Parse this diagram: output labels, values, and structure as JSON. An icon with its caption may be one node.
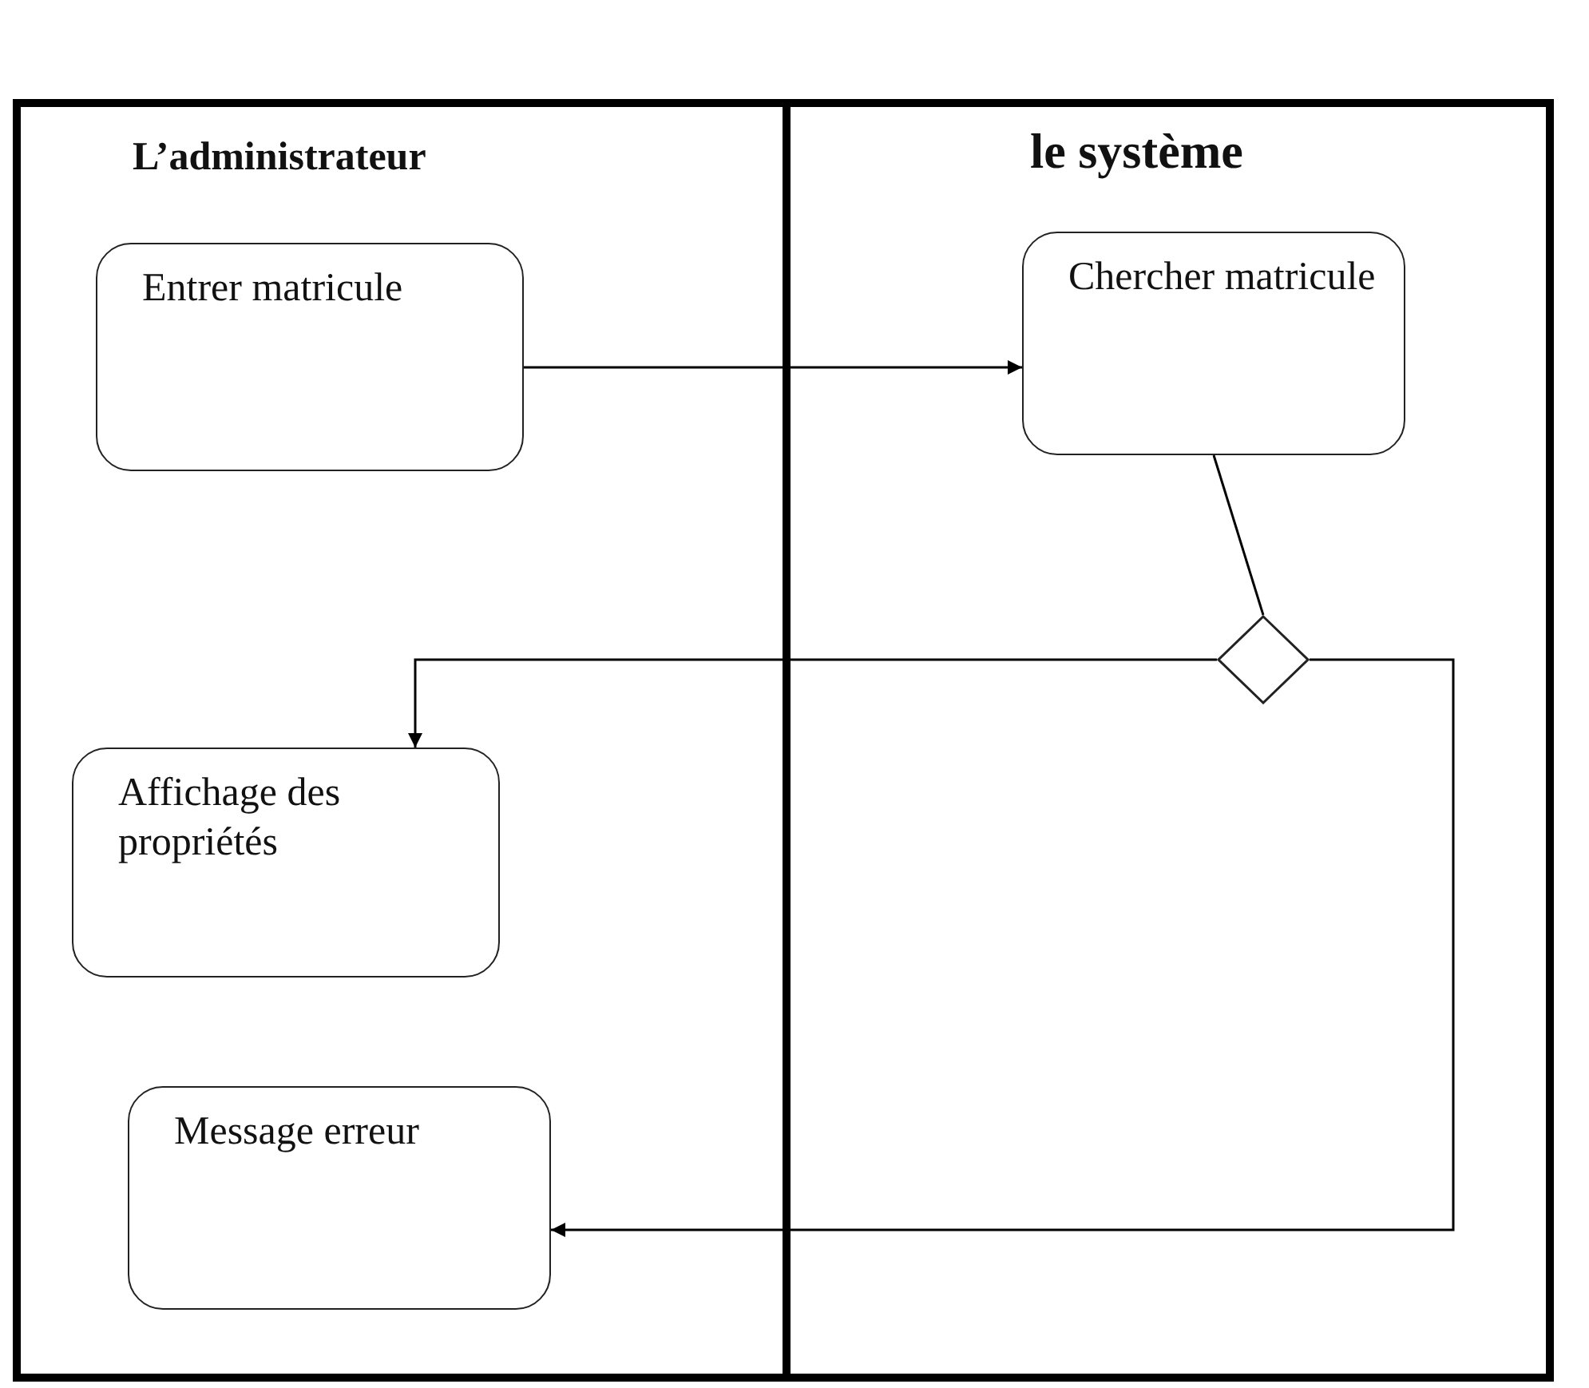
{
  "diagram": {
    "nodes": [
      {
        "text": [
          "L’administrateur"
        ]
      },
      {
        "text": [
          "le système"
        ]
      },
      {
        "text": [
          "Entrer matricule"
        ],
        "in": 0
      },
      {
        "text": [
          "Chercher matricule"
        ],
        "in": 1
      },
      {
        "text": [],
        "shape": "diamond",
        "in": 1
      },
      {
        "text": [
          "Affichage des propriétés"
        ],
        "in": 0
      },
      {
        "text": [
          "Message erreur"
        ],
        "in": 0
      }
    ],
    "edges": [
      {
        "from": 2,
        "to": 3,
        "arrow": "to"
      },
      {
        "from": 3,
        "to": 4,
        "arrow": "none"
      },
      {
        "from": 4,
        "to": 5,
        "arrow": "to"
      },
      {
        "from": 4,
        "to": 6,
        "arrow": "to"
      }
    ]
  }
}
